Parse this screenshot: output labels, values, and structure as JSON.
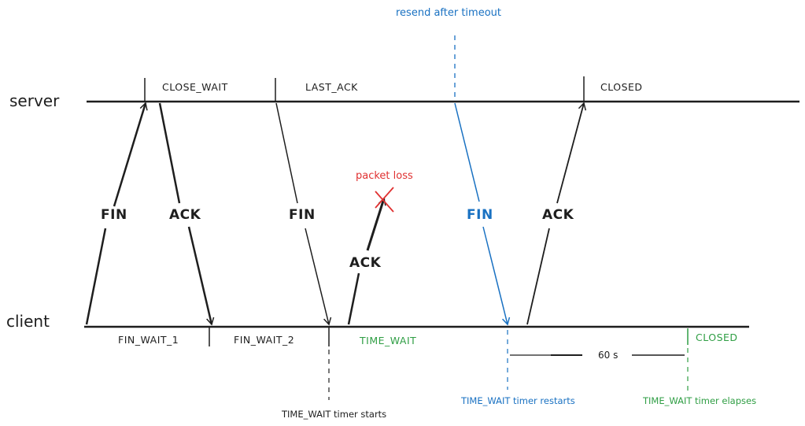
{
  "diagram": {
    "title": "TCP connection termination with lost final ACK",
    "actors": {
      "server": "server",
      "client": "client"
    },
    "server_states": [
      "CLOSE_WAIT",
      "LAST_ACK",
      "CLOSED"
    ],
    "client_states": [
      "FIN_WAIT_1",
      "FIN_WAIT_2",
      "TIME_WAIT",
      "CLOSED"
    ],
    "messages": [
      {
        "label": "FIN",
        "from": "client",
        "to": "server",
        "color": "#1e1e1e"
      },
      {
        "label": "ACK",
        "from": "server",
        "to": "client",
        "color": "#1e1e1e"
      },
      {
        "label": "FIN",
        "from": "server",
        "to": "client",
        "color": "#1e1e1e"
      },
      {
        "label": "ACK",
        "from": "client",
        "to": "server",
        "color": "#1e1e1e",
        "lost": true
      },
      {
        "label": "FIN",
        "from": "server",
        "to": "client",
        "color": "#1971c2"
      },
      {
        "label": "ACK",
        "from": "client",
        "to": "server",
        "color": "#1e1e1e"
      }
    ],
    "annotations": {
      "packet_loss": "packet loss",
      "resend": "resend after timeout",
      "timer_starts": "TIME_WAIT timer starts",
      "timer_restarts": "TIME_WAIT timer restarts",
      "timer_elapses": "TIME_WAIT timer elapses",
      "duration": "60 s"
    },
    "colors": {
      "ink": "#1e1e1e",
      "blue": "#1971c2",
      "green": "#2f9e44",
      "red": "#e03131"
    }
  }
}
